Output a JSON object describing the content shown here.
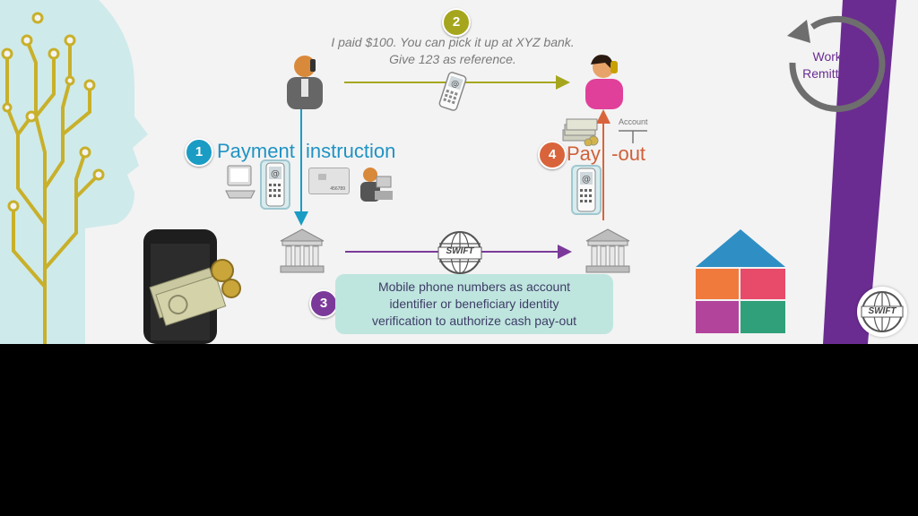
{
  "steps": {
    "step1": {
      "number": "1",
      "label": "Payment  instruction",
      "color": "#1a9cc4"
    },
    "step2": {
      "number": "2",
      "message_line1": "I paid $100. You can pick it up at XYZ bank.",
      "message_line2": "Give 123 as reference.",
      "color": "#a6a61e"
    },
    "step3": {
      "number": "3",
      "text_line1": "Mobile phone numbers as account",
      "text_line2": "identifier or beneficiary identity",
      "text_line3": "verification to authorize cash pay-out",
      "color": "#7b3a9a"
    },
    "step4": {
      "number": "4",
      "label": "Pay  -out",
      "color": "#d9643c"
    }
  },
  "account_label": "Account",
  "card_number": "456789",
  "swift_label": "SWIFT",
  "corner": {
    "line1": "Workers’",
    "line2": "Remittances"
  },
  "colors": {
    "blue_arrow": "#1a9cc4",
    "olive_arrow": "#a6a61e",
    "purple_arrow": "#7b3a9a",
    "orange_arrow": "#d9643c",
    "side_stripe": "#6a2c91",
    "tree": "#c8b02a",
    "head": "#cfeaea"
  }
}
